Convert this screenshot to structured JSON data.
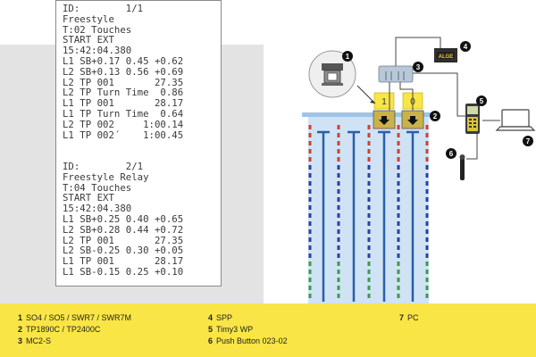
{
  "printout": {
    "lines": [
      "ID:        1/1",
      "Freestyle",
      "T:02 Touches",
      "START EXT",
      "15:42:04.380",
      "L1 SB+0.17 0.45 +0.62",
      "L2 SB+0.13 0.56 +0.69",
      "L2 TP 001       27.35",
      "L2 TP Turn Time  0.86",
      "L1 TP 001       28.17",
      "L1 TP Turn Time  0.64",
      "L2 TP 002     1:00.14",
      "L1 TP 002´    1:00.45",
      "",
      "",
      "ID:        2/1",
      "Freestyle Relay",
      "T:04 Touches",
      "START EXT",
      "15:42:04.380",
      "L1 SB+0.25 0.40 +0.65",
      "L2 SB+0.28 0.44 +0.72",
      "L2 TP 001       27.35",
      "L2 SB-0.25 0.30 +0.05",
      "L1 TP 001       28.17",
      "L1 SB-0.15 0.25 +0.10"
    ]
  },
  "diagram": {
    "lane_numbers": [
      "1",
      "0"
    ],
    "callouts": [
      "1",
      "2",
      "3",
      "4",
      "5",
      "6",
      "7"
    ],
    "sign_text": "ALGE",
    "colors": {
      "legend_bg": "#f9e546",
      "lane_marker_bg": "#f9e546",
      "pool_water": "#cfe3f5",
      "lane_line": "#2a5fa8",
      "rope_red": "#d93a3a",
      "rope_blue": "#2f3fa0",
      "rope_green": "#3f9a4a",
      "touchpad": "#c9b24a",
      "badge": "#111111"
    }
  },
  "legend": {
    "items": [
      {
        "num": "1",
        "label": "SO4 / SO5 / SWR7 / SWR7M"
      },
      {
        "num": "2",
        "label": "TP1890C / TP2400C"
      },
      {
        "num": "3",
        "label": "MC2-S"
      },
      {
        "num": "4",
        "label": "SPP"
      },
      {
        "num": "5",
        "label": "Timy3 WP"
      },
      {
        "num": "6",
        "label": "Push Button 023-02"
      },
      {
        "num": "7",
        "label": "PC"
      }
    ]
  }
}
